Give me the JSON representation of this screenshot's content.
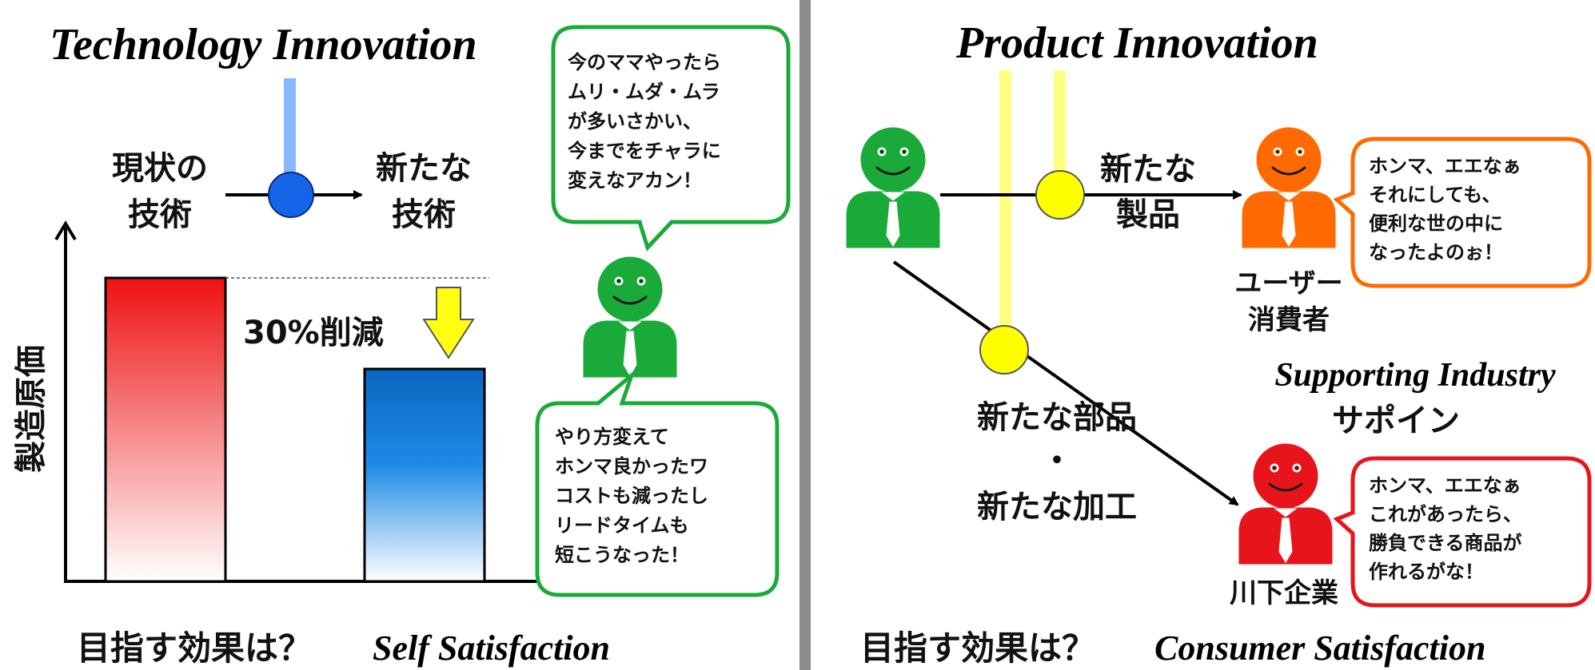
{
  "left": {
    "title": "Technology Innovation",
    "current_tech": [
      "現状の",
      "技術"
    ],
    "new_tech": [
      "新たな",
      "技術"
    ],
    "y_axis_label": "製造原価",
    "reduction_label": "30%削減",
    "bubble_top": [
      "今のママやったら",
      "ムリ・ムダ・ムラ",
      "が多いさかい、",
      "今までをチャラに",
      "変えなアカン！"
    ],
    "bubble_bottom": [
      "やり方変えて",
      "ホンマ良かったワ",
      "コストも減ったし",
      "リードタイムも",
      "短こうなった！"
    ],
    "goal_question": "目指す効果は？",
    "goal_answer": "Self Satisfaction",
    "bars": {
      "before": 100,
      "after": 70
    }
  },
  "right": {
    "title": "Product Innovation",
    "new_product": [
      "新たな",
      "製品"
    ],
    "new_parts": [
      "新たな部品",
      "・",
      "新たな加工"
    ],
    "user_label": [
      "ユーザー",
      "消費者"
    ],
    "supporting_en": "Supporting Industry",
    "supporting_jp": "サポイン",
    "downstream_label": "川下企業",
    "bubble_user": [
      "ホンマ、エエなぁ",
      "それにしても、",
      "便利な世の中に",
      "なったよのぉ！"
    ],
    "bubble_company": [
      "ホンマ、エエなぁ",
      "これがあったら、",
      "勝負できる商品が",
      "作れるがな！"
    ],
    "goal_question": "目指す効果は？",
    "goal_answer": "Consumer Satisfaction"
  },
  "colors": {
    "green": "#1aaa3a",
    "orange": "#ff6a00",
    "red": "#e8141c",
    "blue_dot": "#1565e8",
    "yellow_dot": "#ffff00",
    "divider": "#8c8c8c"
  }
}
